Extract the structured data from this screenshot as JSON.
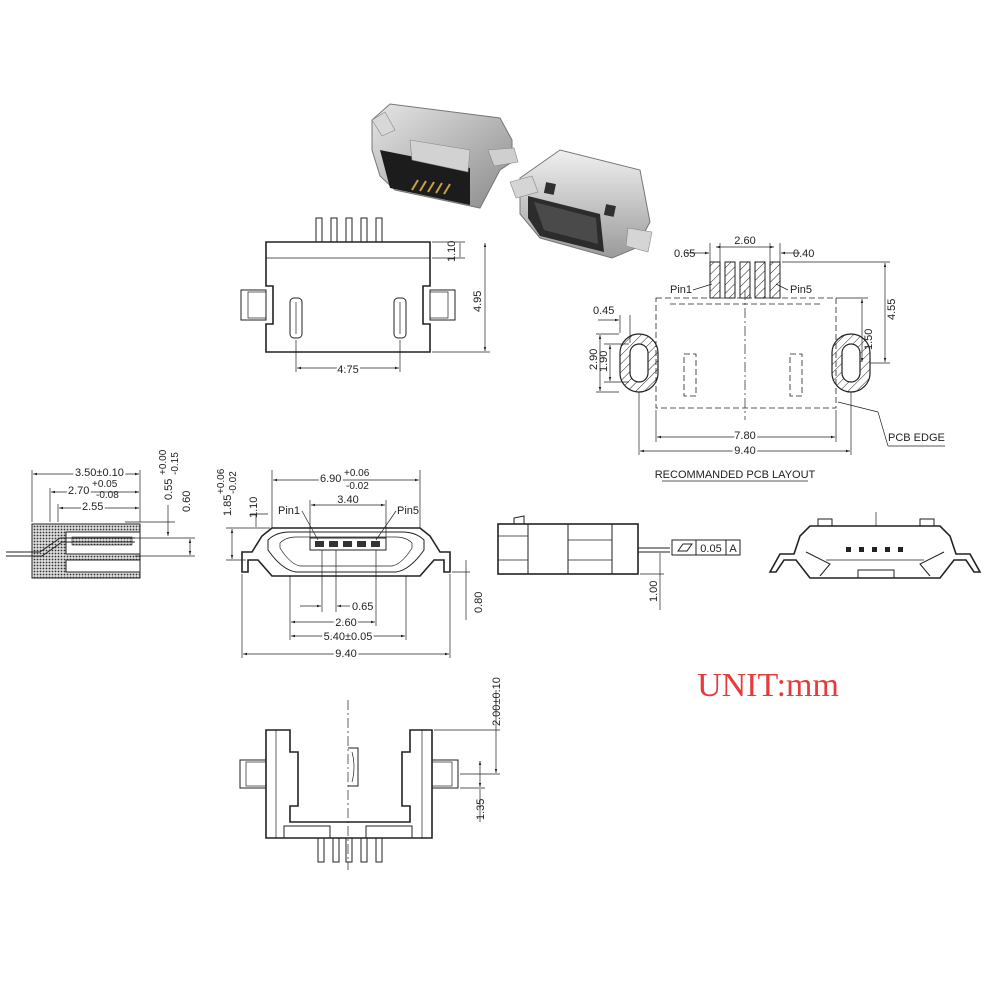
{
  "unit_label": "UNIT:mm",
  "colors": {
    "unit_text": "#e53b3b",
    "line": "#222222",
    "photo_metal": "#b8b8b8"
  },
  "top_view": {
    "dim_width": "4.75",
    "dim_pin_length": "1.10",
    "dim_depth": "4.95"
  },
  "pcb_layout": {
    "caption": "RECOMMANDED PCB LAYOUT",
    "pin1_label": "Pin1",
    "pin5_label": "Pin5",
    "pcb_edge_label": "PCB EDGE",
    "dim_pad_width": "0.65",
    "dim_pad_span": "2.60",
    "dim_pad_pitch": "0.40",
    "dim_slot_width": "0.45",
    "dim_slot_outer": "2.90",
    "dim_slot_inner": "1.90",
    "dim_inner_width": "7.80",
    "dim_outer_width": "9.40",
    "dim_pad_to_slot": "1.50",
    "dim_total_height": "4.55"
  },
  "side_section": {
    "dim_a": "3.50±0.10",
    "dim_b": "2.70",
    "dim_b_tol_plus": "+0.05",
    "dim_b_tol_minus": "-0.08",
    "dim_c": "2.55",
    "dim_d": "0.55",
    "dim_d_tol_plus": "+0.00",
    "dim_d_tol_minus": "-0.15",
    "dim_e": "0.60"
  },
  "front_view": {
    "pin1_label": "Pin1",
    "pin5_label": "Pin5",
    "dim_opening": "6.90",
    "dim_opening_tol_plus": "+0.06",
    "dim_opening_tol_minus": "-0.02",
    "dim_pin_span_top": "3.40",
    "dim_height": "1.85",
    "dim_height_tol_plus": "+0.06",
    "dim_height_tol_minus": "-0.02",
    "dim_shell": "1.10",
    "dim_pitch": "0.65",
    "dim_pin_span": "2.60",
    "dim_body": "5.40±0.05",
    "dim_overall": "9.40",
    "dim_tab": "0.80"
  },
  "side_view": {
    "flatness_value": "0.05",
    "datum": "A",
    "dim_standoff": "1.00"
  },
  "bottom_view": {
    "dim_tab_offset": "2.00±0.10",
    "dim_tab_width": "1.35"
  }
}
